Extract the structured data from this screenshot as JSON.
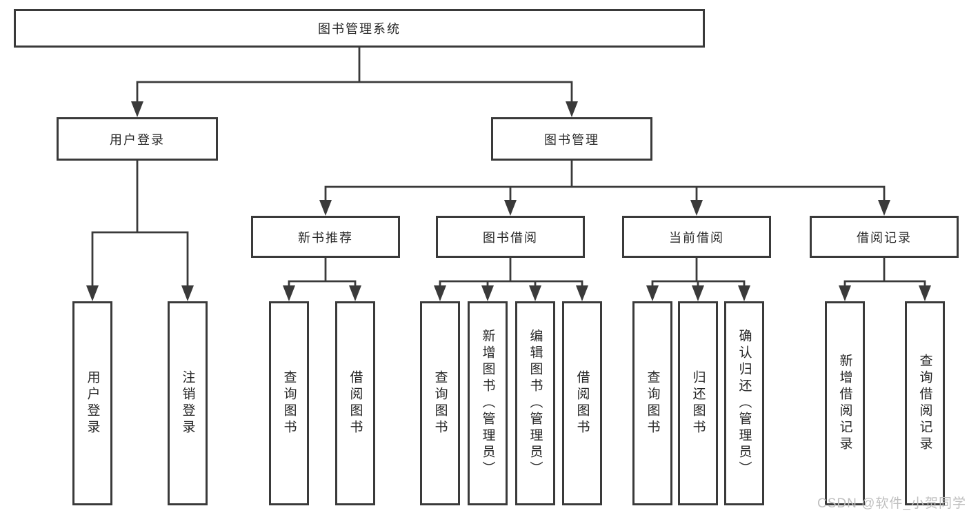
{
  "diagram_title": "图书管理系统",
  "nodes": {
    "root": {
      "label": "图书管理系统"
    },
    "level2": [
      {
        "label": "用户登录",
        "parent": "图书管理系统"
      },
      {
        "label": "图书管理",
        "parent": "图书管理系统"
      }
    ],
    "level3": [
      {
        "label": "新书推荐",
        "parent": "图书管理"
      },
      {
        "label": "图书借阅",
        "parent": "图书管理"
      },
      {
        "label": "当前借阅",
        "parent": "图书管理"
      },
      {
        "label": "借阅记录",
        "parent": "图书管理"
      }
    ],
    "leaves": [
      {
        "label": "用户登录",
        "parent": "用户登录"
      },
      {
        "label": "注销登录",
        "parent": "用户登录"
      },
      {
        "label": "查询图书",
        "parent": "新书推荐"
      },
      {
        "label": "借阅图书",
        "parent": "新书推荐"
      },
      {
        "label": "查询图书",
        "parent": "图书借阅"
      },
      {
        "label": "新增图书（管理员）",
        "parent": "图书借阅"
      },
      {
        "label": "编辑图书（管理员）",
        "parent": "图书借阅"
      },
      {
        "label": "借阅图书",
        "parent": "图书借阅"
      },
      {
        "label": "查询图书",
        "parent": "当前借阅"
      },
      {
        "label": "归还图书",
        "parent": "当前借阅"
      },
      {
        "label": "确认归还（管理员）",
        "parent": "当前借阅"
      },
      {
        "label": "新增借阅记录",
        "parent": "借阅记录"
      },
      {
        "label": "查询借阅记录",
        "parent": "借阅记录"
      }
    ]
  },
  "watermark": {
    "text": "CSDN @软件_小贺同学"
  },
  "colors": {
    "line": "#3a3a3a",
    "node_border": "#3a3a3a",
    "node_background": "#ffffff",
    "text": "#262626",
    "watermark": "#bfbfbf",
    "background": "#ffffff"
  }
}
